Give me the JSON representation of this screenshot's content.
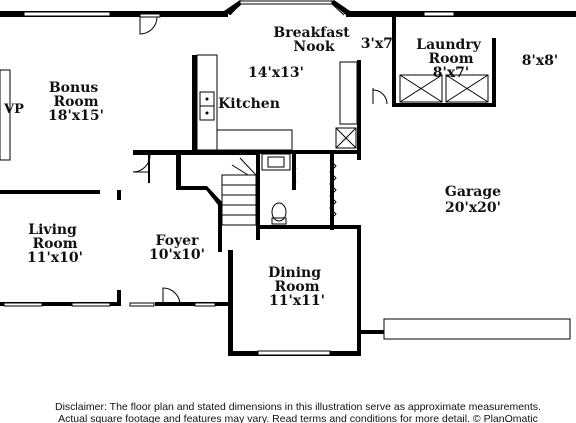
{
  "rooms": {
    "bonus_room": {
      "name": "Bonus\nRoom",
      "dims": "18'x15'"
    },
    "kitchen": {
      "name": "Kitchen"
    },
    "breakfast_nook": {
      "name": "Breakfast\nNook",
      "dims": "14'x13'"
    },
    "storage_3x7": {
      "dims": "3'x7'"
    },
    "laundry_room": {
      "name": "Laundry\nRoom",
      "dims": "8'x7'"
    },
    "storage_8x8": {
      "dims": "8'x8'"
    },
    "garage": {
      "name": "Garage",
      "dims": "20'x20'"
    },
    "living_room": {
      "name": "Living\nRoom",
      "dims": "11'x10'"
    },
    "foyer": {
      "name": "Foyer",
      "dims": "10'x10'"
    },
    "dining_room": {
      "name": "Dining\nRoom",
      "dims": "11'x11'"
    }
  },
  "misc": {
    "wp_label": "VP"
  },
  "disclaimer": {
    "line1": "Disclaimer: The floor plan and stated dimensions in this illustration serve as approximate measurements.",
    "line2": "Actual square footage and features may vary. Read terms and conditions for more detail. © PlanOmatic"
  }
}
